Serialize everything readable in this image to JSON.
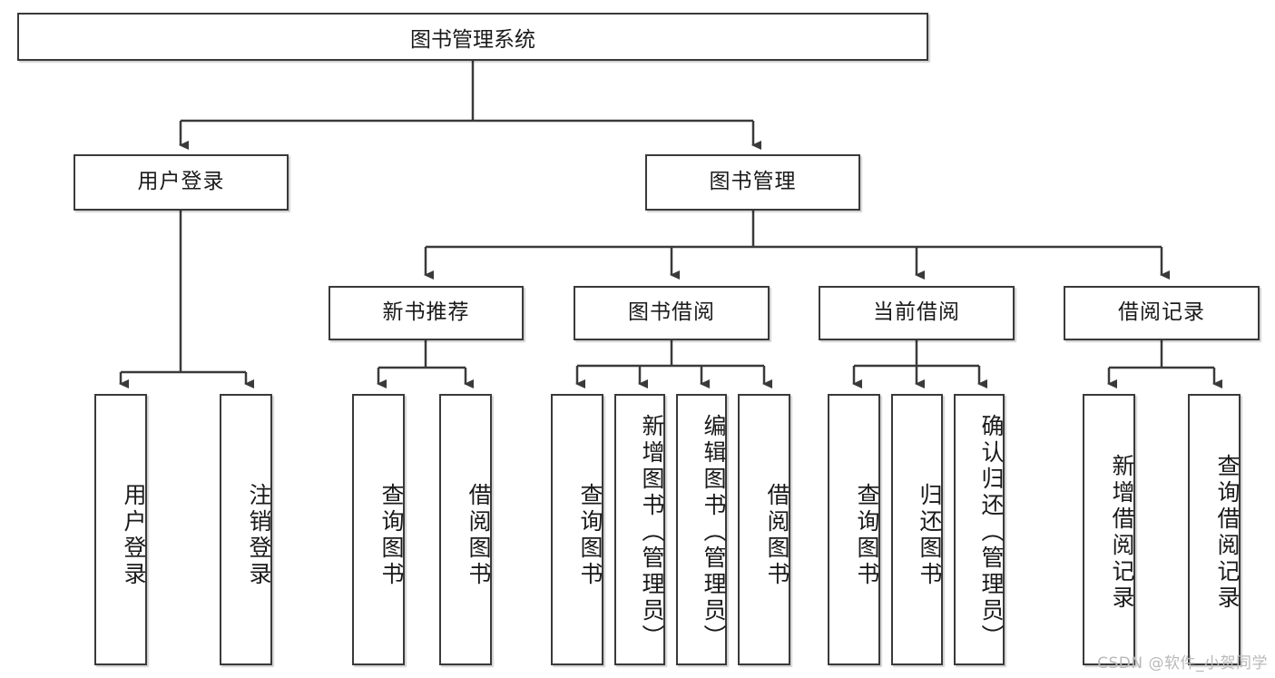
{
  "diagram": {
    "title": "图书管理系统",
    "type": "hierarchy-tree",
    "root": {
      "id": "root",
      "label": "图书管理系统"
    },
    "level2": [
      {
        "id": "user-login",
        "label": "用户登录"
      },
      {
        "id": "book-manage",
        "label": "图书管理"
      }
    ],
    "level3": [
      {
        "id": "new-book-recommend",
        "label": "新书推荐",
        "parent": "book-manage"
      },
      {
        "id": "book-borrow",
        "label": "图书借阅",
        "parent": "book-manage"
      },
      {
        "id": "current-borrow",
        "label": "当前借阅",
        "parent": "book-manage"
      },
      {
        "id": "borrow-record",
        "label": "借阅记录",
        "parent": "book-manage"
      }
    ],
    "leaves": [
      {
        "id": "leaf-user-login",
        "label": "用户登录",
        "parent": "user-login"
      },
      {
        "id": "leaf-logout",
        "label": "注销登录",
        "parent": "user-login"
      },
      {
        "id": "leaf-query-book-1",
        "label": "查询图书",
        "parent": "new-book-recommend"
      },
      {
        "id": "leaf-borrow-book-1",
        "label": "借阅图书",
        "parent": "new-book-recommend"
      },
      {
        "id": "leaf-query-book-2",
        "label": "查询图书",
        "parent": "book-borrow"
      },
      {
        "id": "leaf-add-book",
        "label": "新增图书（管理员）",
        "parent": "book-borrow"
      },
      {
        "id": "leaf-edit-book",
        "label": "编辑图书（管理员）",
        "parent": "book-borrow"
      },
      {
        "id": "leaf-borrow-book-2",
        "label": "借阅图书",
        "parent": "book-borrow"
      },
      {
        "id": "leaf-query-book-3",
        "label": "查询图书",
        "parent": "current-borrow"
      },
      {
        "id": "leaf-return-book",
        "label": "归还图书",
        "parent": "current-borrow"
      },
      {
        "id": "leaf-confirm-return",
        "label": "确认归还（管理员）",
        "parent": "current-borrow"
      },
      {
        "id": "leaf-add-record",
        "label": "新增借阅记录",
        "parent": "borrow-record"
      },
      {
        "id": "leaf-query-record",
        "label": "查询借阅记录",
        "parent": "borrow-record"
      }
    ]
  },
  "watermark": {
    "text": "CSDN @软件_小贺同学"
  },
  "colors": {
    "stroke": "#3a3a3a",
    "text": "#1a1a1a",
    "background": "#ffffff",
    "watermark": "#b9b9b9"
  }
}
